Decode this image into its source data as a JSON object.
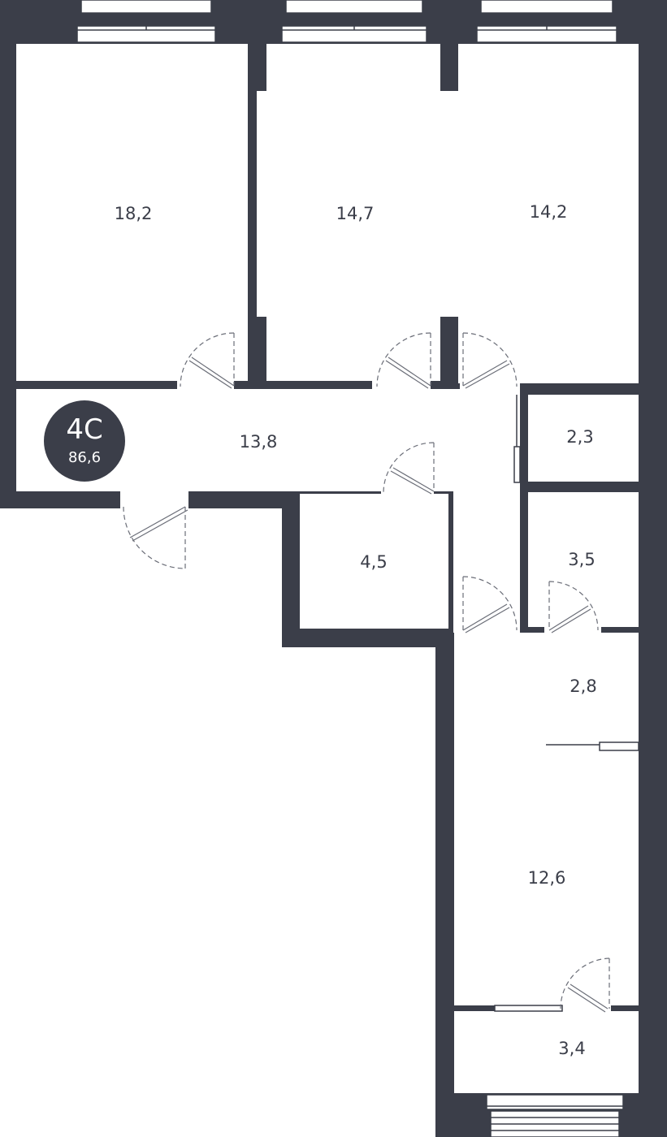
{
  "colors": {
    "wall": "#3b3e49",
    "floor": "#ffffff",
    "door_line": "#6b6e78",
    "label": "#3b3e49"
  },
  "apartment": {
    "type_code": "4C",
    "total_area": "86,6"
  },
  "rooms": {
    "bedroom_left": "18,2",
    "bedroom_middle": "14,7",
    "bedroom_right": "14,2",
    "hallway": "13,8",
    "storage": "2,3",
    "closet": "4,5",
    "bathroom": "3,5",
    "toilet": "2,8",
    "kitchen": "12,6",
    "balcony": "3,4"
  }
}
